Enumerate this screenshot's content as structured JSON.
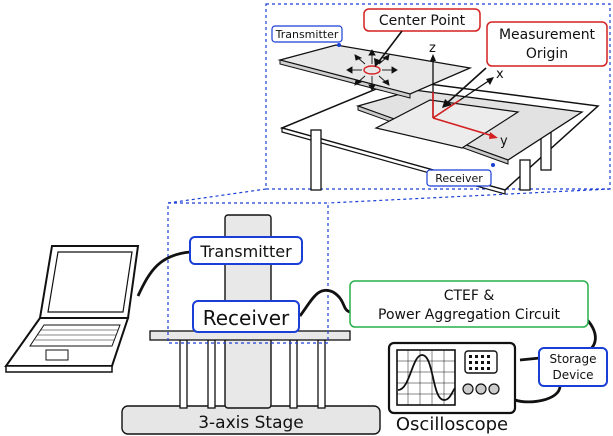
{
  "inset": {
    "transmitter_tag": "Transmitter",
    "receiver_tag": "Receiver",
    "center_point": "Center Point",
    "measurement_origin_line1": "Measurement",
    "measurement_origin_line2": "Origin",
    "axis_z": "z",
    "axis_x": "x",
    "axis_y": "y"
  },
  "setup": {
    "transmitter": "Transmitter",
    "receiver": "Receiver",
    "circuit_line1": "CTEF &",
    "circuit_line2": "Power Aggregation Circuit",
    "storage_line1": "Storage",
    "storage_line2": "Device",
    "oscilloscope": "Oscilloscope",
    "stage": "3-axis Stage"
  },
  "colors": {
    "blue_box": "#1a3fd6",
    "red_box": "#d42020",
    "green_box": "#25b04a",
    "dashed": "#1a3fd6"
  }
}
